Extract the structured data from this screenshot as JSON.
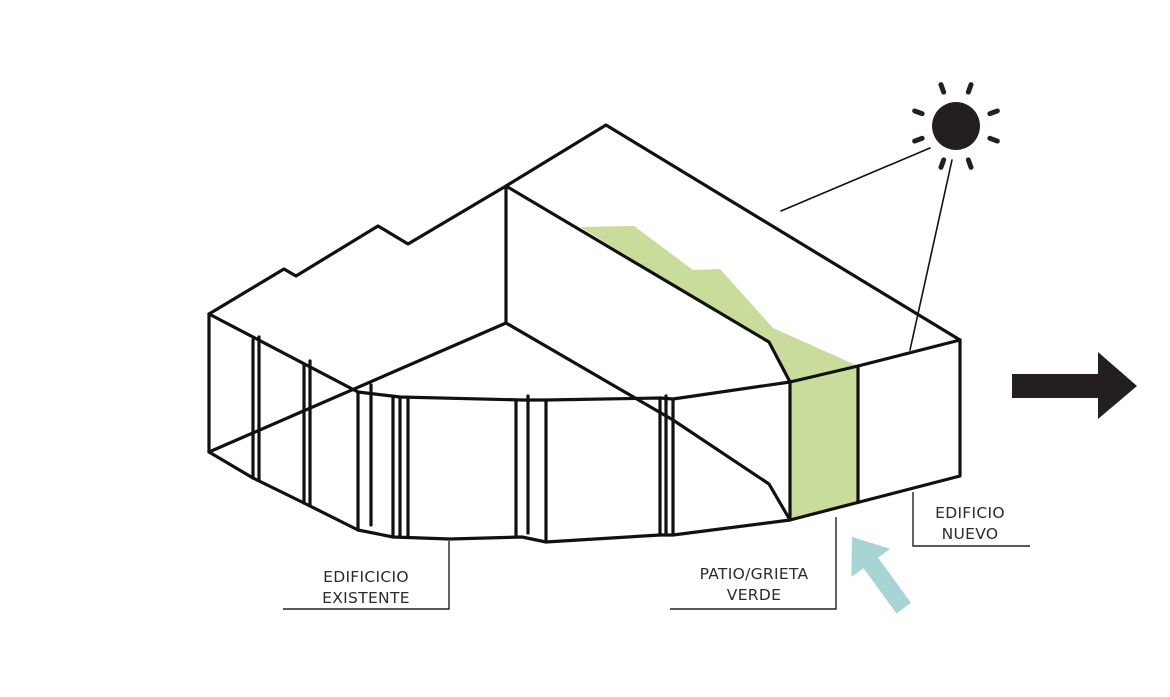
{
  "labels": {
    "existing_building": [
      "EDIFICICIO",
      "EXISTENTE"
    ],
    "green_patio": [
      "PATIO/GRIETA",
      "VERDE"
    ],
    "new_building": [
      "EDIFICIO",
      "NUEVO"
    ]
  },
  "colors": {
    "outline": "#111111",
    "green": "#c9dc9b",
    "sun": "#231f20",
    "wind_arrow": "#a8d4d6",
    "direction_arrow": "#231f20"
  },
  "icons": {
    "sun": "sun-icon",
    "wind_arrow": "airflow-arrow-icon",
    "direction_arrow": "arrow-right-icon"
  }
}
